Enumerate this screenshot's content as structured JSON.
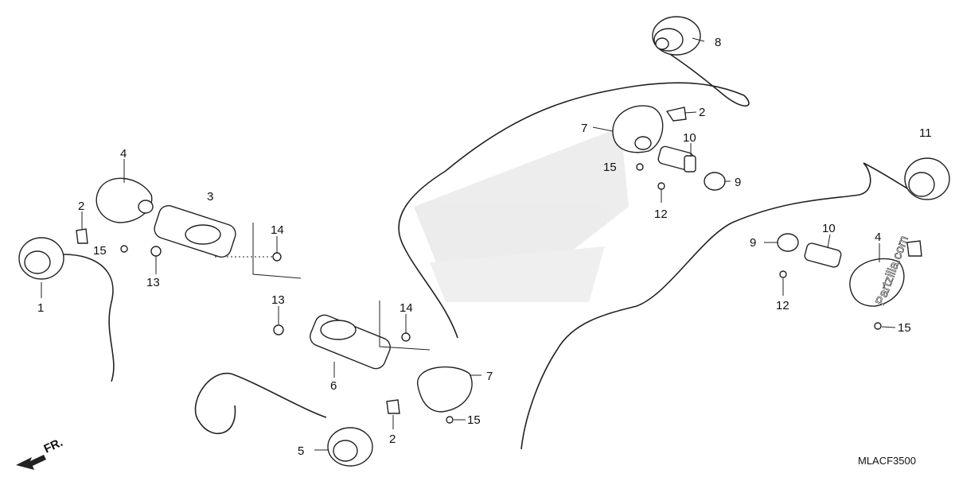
{
  "diagram": {
    "code": "MLACF3500",
    "front_marker": "FR.",
    "watermark": "Partzilla.com",
    "callouts": [
      "1",
      "2",
      "2",
      "2",
      "3",
      "4",
      "4",
      "5",
      "6",
      "7",
      "7",
      "8",
      "9",
      "9",
      "10",
      "10",
      "11",
      "12",
      "12",
      "13",
      "13",
      "14",
      "14",
      "15",
      "15",
      "15",
      "15"
    ]
  },
  "labels": {
    "l1": "1",
    "l2a": "2",
    "l2b": "2",
    "l2c": "2",
    "l3": "3",
    "l4a": "4",
    "l4b": "4",
    "l5": "5",
    "l6": "6",
    "l7a": "7",
    "l7b": "7",
    "l8": "8",
    "l9a": "9",
    "l9b": "9",
    "l10a": "10",
    "l10b": "10",
    "l11": "11",
    "l12a": "12",
    "l12b": "12",
    "l13a": "13",
    "l13b": "13",
    "l14a": "14",
    "l14b": "14",
    "l15a": "15",
    "l15b": "15",
    "l15c": "15",
    "l15d": "15"
  }
}
